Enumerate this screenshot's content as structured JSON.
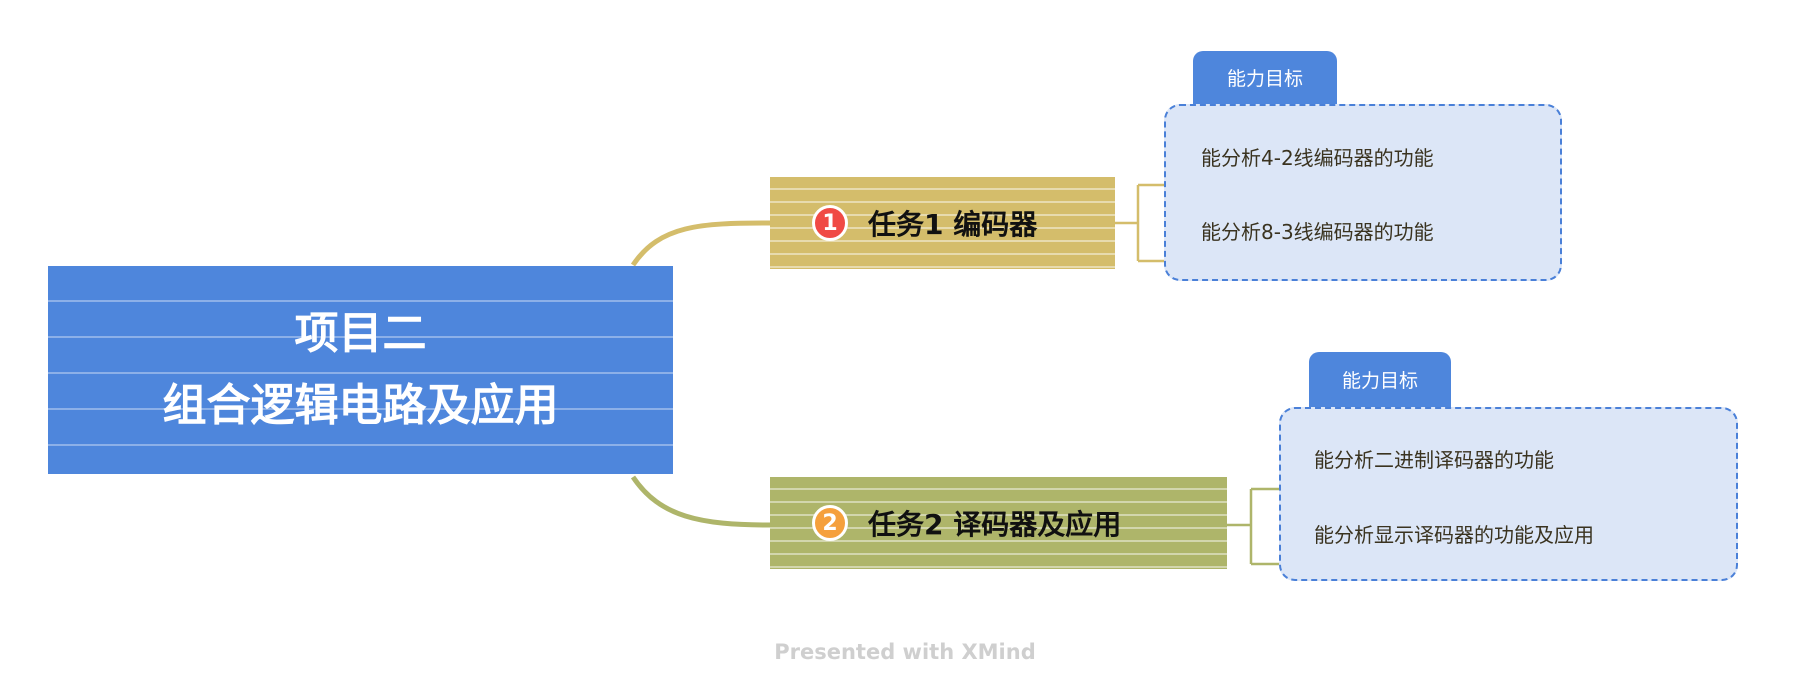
{
  "central": {
    "line1": "项目二",
    "line2": "组合逻辑电路及应用"
  },
  "tasks": [
    {
      "number": "1",
      "title": "任务1 编码器",
      "label": "能力目标",
      "items": [
        "能分析4-2线编码器的功能",
        "能分析8-3线编码器的功能"
      ]
    },
    {
      "number": "2",
      "title": "任务2 译码器及应用",
      "label": "能力目标",
      "items": [
        "能分析二进制译码器的功能",
        "能分析显示译码器的功能及应用"
      ]
    }
  ],
  "footer": "Presented with XMind",
  "colors": {
    "central": "#4e86dc",
    "task1": "#d4bd6b",
    "task2": "#aeb56a",
    "badge1": "#f04a45",
    "badge2": "#f5a03c",
    "summary_fill": "#dce6f7"
  }
}
